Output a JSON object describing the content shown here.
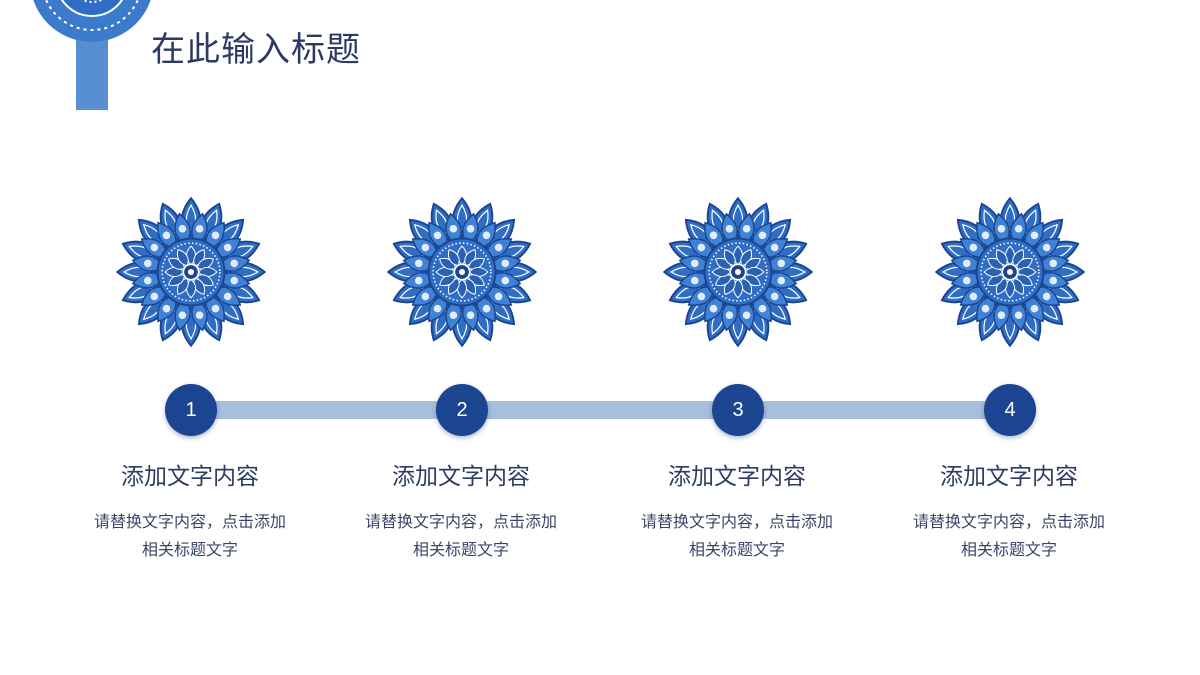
{
  "slide": {
    "title": "在此输入标题"
  },
  "colors": {
    "primary": "#1b4591",
    "mandala": "#2f6ec4",
    "track": "#a5bfdc",
    "text": "#2d3c63"
  },
  "steps": [
    {
      "number": "1",
      "heading": "添加文字内容",
      "desc_line1": "请替换文字内容，点击添加",
      "desc_line2": "相关标题文字"
    },
    {
      "number": "2",
      "heading": "添加文字内容",
      "desc_line1": "请替换文字内容，点击添加",
      "desc_line2": "相关标题文字"
    },
    {
      "number": "3",
      "heading": "添加文字内容",
      "desc_line1": "请替换文字内容，点击添加",
      "desc_line2": "相关标题文字"
    },
    {
      "number": "4",
      "heading": "添加文字内容",
      "desc_line1": "请替换文字内容，点击添加",
      "desc_line2": "相关标题文字"
    }
  ]
}
